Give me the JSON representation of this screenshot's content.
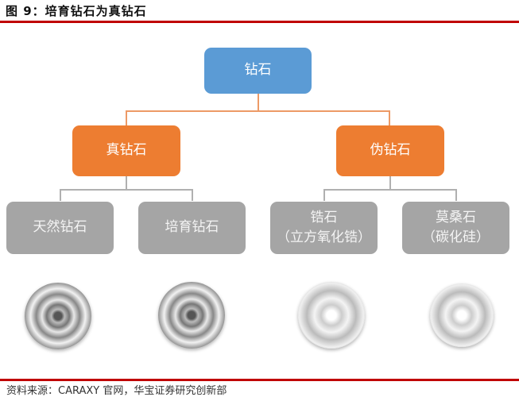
{
  "title": "图 9：培育钻石为真钻石",
  "root": {
    "label": "钻石"
  },
  "level1": [
    {
      "label": "真钻石"
    },
    {
      "label": "伪钻石"
    }
  ],
  "level2": [
    {
      "label": "天然钻石",
      "sub": ""
    },
    {
      "label": "培育钻石",
      "sub": ""
    },
    {
      "label": "锆石",
      "sub": "（立方氧化锆）"
    },
    {
      "label": "莫桑石",
      "sub": "（碳化硅）"
    }
  ],
  "source": "资料来源：CARAXY 官网，华宝证券研究创新部",
  "colors": {
    "root": "#5b9bd5",
    "level1": "#ed7d31",
    "level2": "#a5a5a5",
    "rule": "#c00000"
  }
}
